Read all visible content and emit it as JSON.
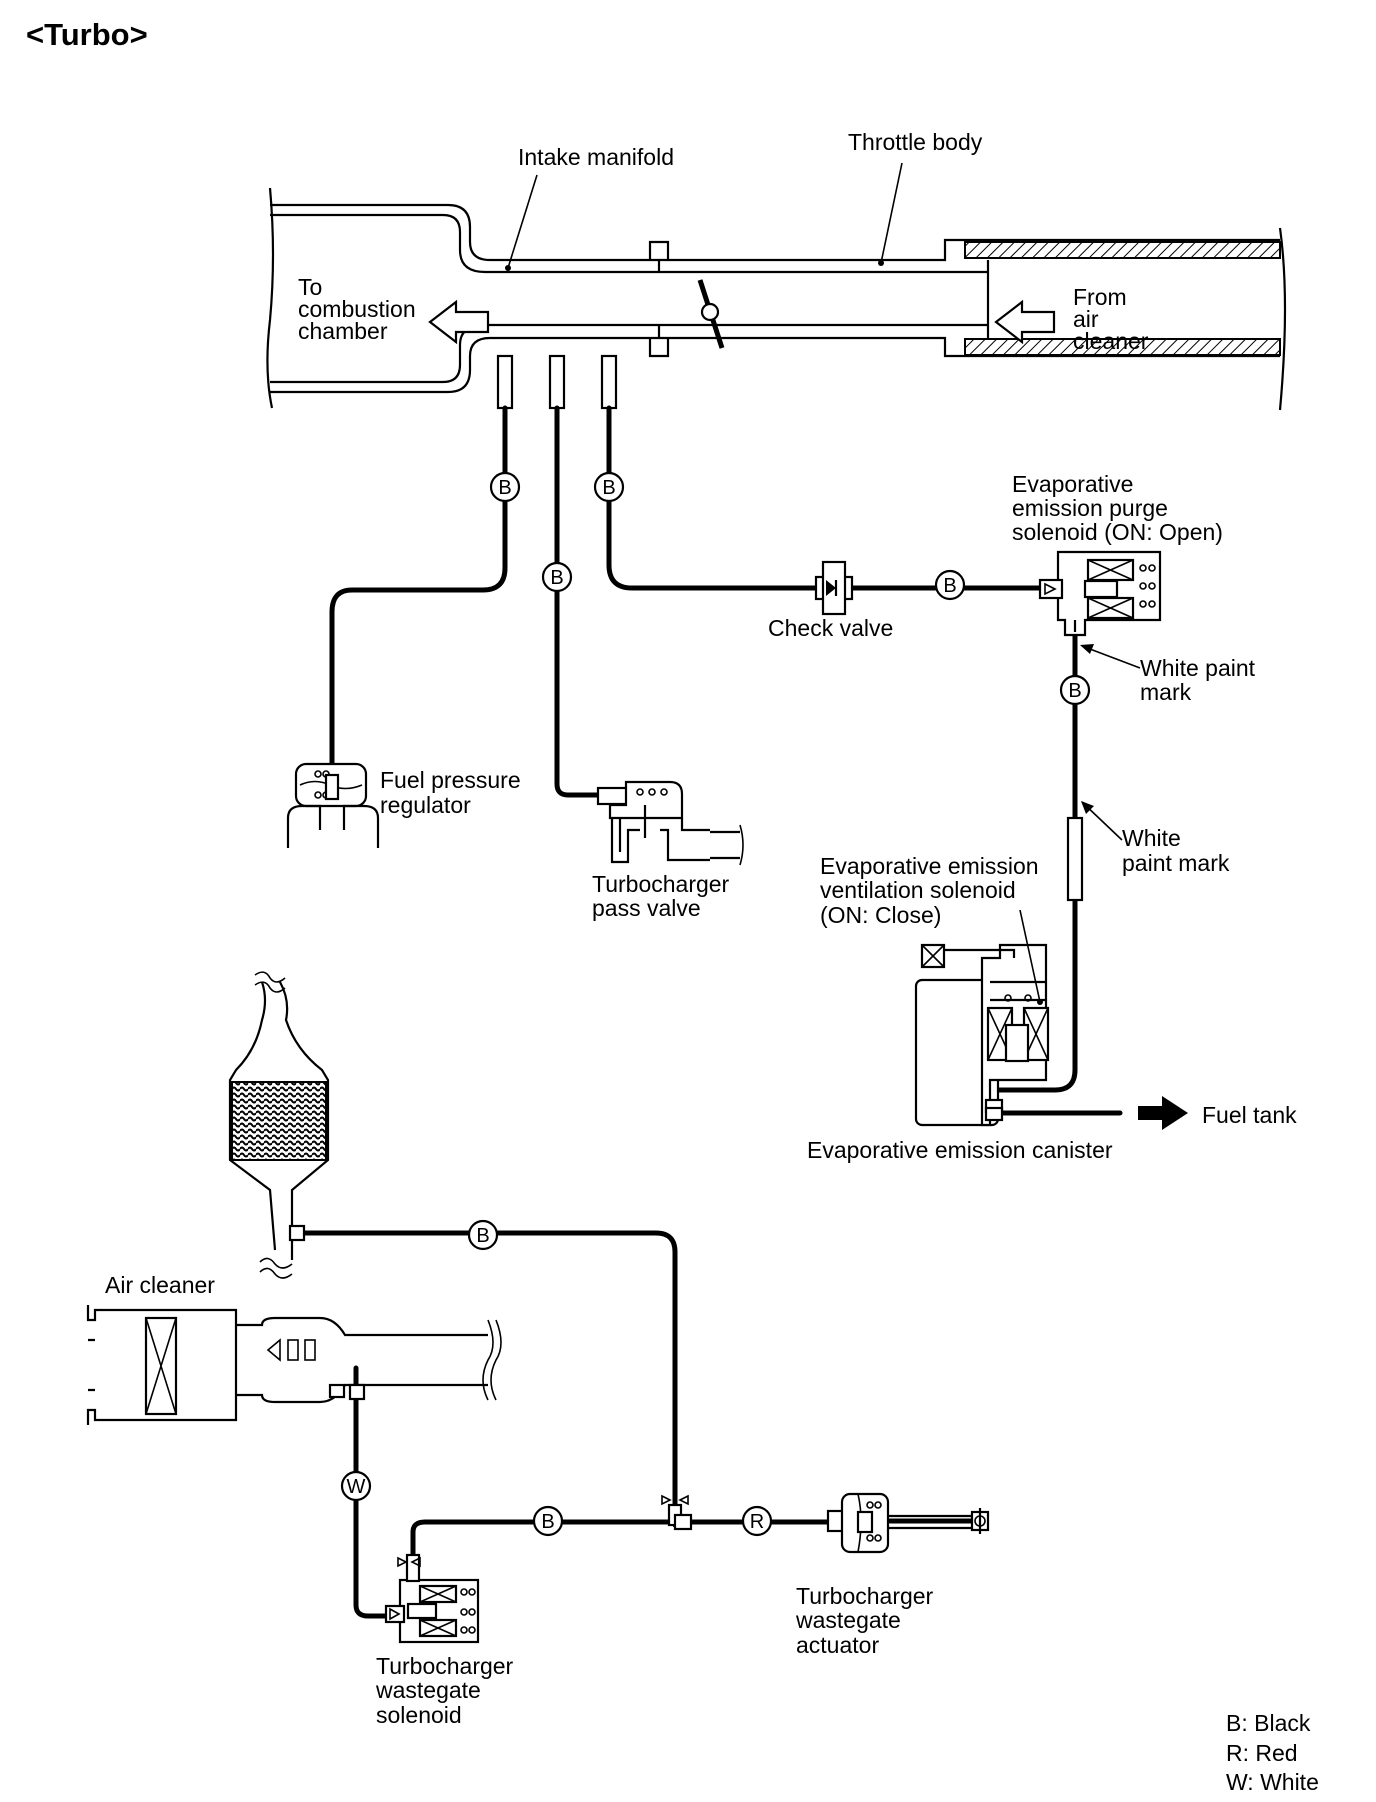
{
  "title": "<Turbo>",
  "labels": {
    "intake_manifold": "Intake manifold",
    "throttle_body": "Throttle body",
    "to_combustion": [
      "To",
      "combustion",
      "chamber"
    ],
    "from_air_cleaner": [
      "From",
      "air",
      "cleaner"
    ],
    "purge_solenoid": [
      "Evaporative",
      "emission purge",
      "solenoid (ON: Open)"
    ],
    "check_valve": "Check valve",
    "white_paint_mark_1": [
      "White paint",
      "mark"
    ],
    "white_paint_mark_2": [
      "White",
      "paint mark"
    ],
    "fuel_pressure_regulator": [
      "Fuel pressure",
      "regulator"
    ],
    "pass_valve": [
      "Turbocharger",
      "pass valve"
    ],
    "ventilation_solenoid": [
      "Evaporative emission",
      "ventilation solenoid",
      "(ON: Close)"
    ],
    "fuel_tank": "Fuel tank",
    "canister": "Evaporative emission canister",
    "air_cleaner": "Air cleaner",
    "wastegate_solenoid": [
      "Turbocharger",
      "wastegate",
      "solenoid"
    ],
    "wastegate_actuator": [
      "Turbocharger",
      "wastegate",
      "actuator"
    ]
  },
  "hose_tags": {
    "b": "B",
    "r": "R",
    "w": "W"
  },
  "legend": [
    "B: Black",
    "R: Red",
    "W: White"
  ]
}
